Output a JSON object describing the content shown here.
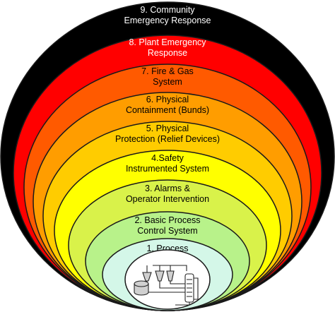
{
  "layers": [
    {
      "id": 9,
      "lines": [
        "9. Community",
        "Emergency Response"
      ],
      "fill": "#000000",
      "text_color": "#ffffff"
    },
    {
      "id": 8,
      "lines": [
        "8. Plant Emergency",
        "Response"
      ],
      "fill": "#ff0000",
      "text_color": "#ffffff"
    },
    {
      "id": 7,
      "lines": [
        "7. Fire & Gas",
        "System"
      ],
      "fill": "#ff5a00",
      "text_color": "#000000"
    },
    {
      "id": 6,
      "lines": [
        "6. Physical",
        "Containment (Bunds)"
      ],
      "fill": "#ff9d00",
      "text_color": "#000000"
    },
    {
      "id": 5,
      "lines": [
        "5. Physical",
        "Protection (Relief Devices)"
      ],
      "fill": "#ffcc00",
      "text_color": "#000000"
    },
    {
      "id": 4,
      "lines": [
        "4.Safety",
        "Instrumented System"
      ],
      "fill": "#ffff00",
      "text_color": "#000000"
    },
    {
      "id": 3,
      "lines": [
        "3. Alarms &",
        "Operator Intervention"
      ],
      "fill": "#d9f24a",
      "text_color": "#000000"
    },
    {
      "id": 2,
      "lines": [
        "2. Basic Process",
        "Control System"
      ],
      "fill": "#b8f28a",
      "text_color": "#000000"
    },
    {
      "id": 1,
      "lines": [
        "1. Process"
      ],
      "fill": "#d4f7e8",
      "text_color": "#000000"
    }
  ],
  "process_icon": "process-flow-schematic-icon"
}
